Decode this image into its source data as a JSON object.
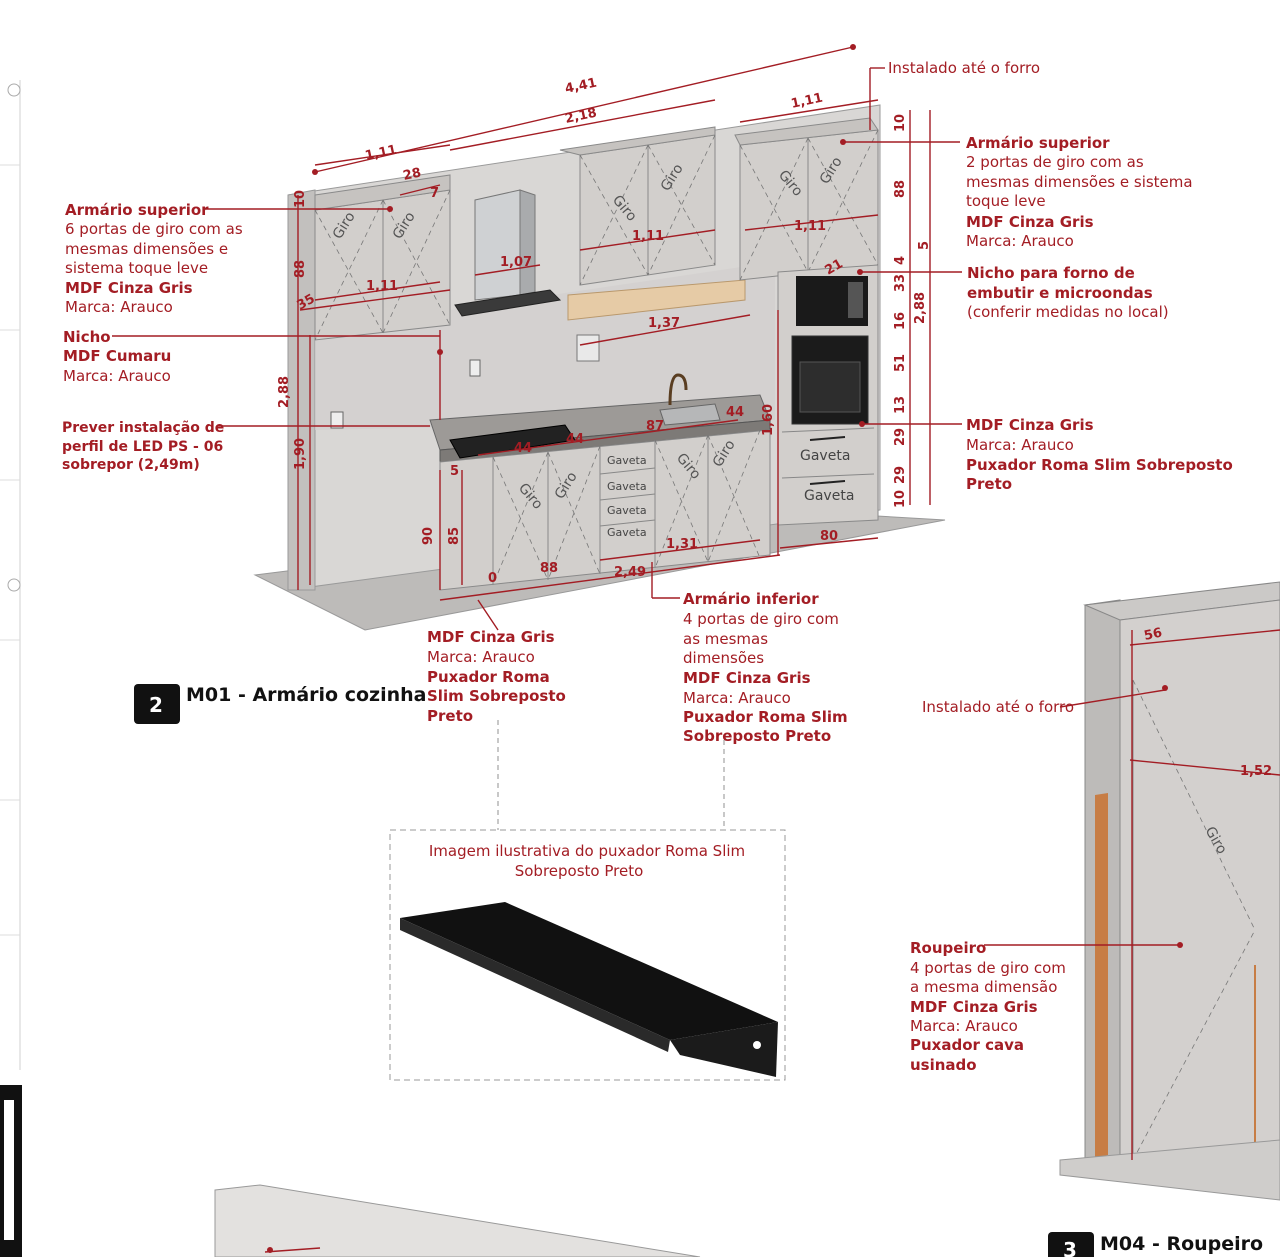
{
  "colors": {
    "annotation": "#a31d24",
    "cabinet": "#d2cfcc",
    "wall": "#c8c6c4",
    "badge": "#111111"
  },
  "kitchen": {
    "badge": "2",
    "title": "M01 - Armário cozinha",
    "labels": {
      "upper_left": {
        "title": "Armário superior",
        "line1": "6 portas de giro com as",
        "line2": "mesmas dimensões e",
        "line3": "sistema toque leve",
        "material": "MDF Cinza Gris",
        "brand": "Marca: Arauco"
      },
      "nicho": {
        "title": "Nicho",
        "material": "MDF Cumaru",
        "brand": "Marca: Arauco"
      },
      "led": {
        "line1": "Prever instalação de",
        "line2": "perfil de LED PS - 06",
        "line3": "sobrepor (2,49m)"
      },
      "installed": "Instalado até o forro",
      "upper_right": {
        "title": "Armário superior",
        "line1": "2 portas de giro com as",
        "line2": "mesmas dimensões e sistema",
        "line3": "toque leve",
        "material": "MDF Cinza Gris",
        "brand": "Marca: Arauco"
      },
      "oven_niche": {
        "line1": "Nicho para forno de",
        "line2": "embutir e microondas",
        "line3": "(conferir medidas no local)"
      },
      "tower": {
        "material": "MDF Cinza Gris",
        "brand": "Marca: Arauco",
        "handle1": "Puxador Roma Slim Sobreposto",
        "handle2": "Preto"
      },
      "bottom_left": {
        "material": "MDF Cinza Gris",
        "brand": "Marca: Arauco",
        "handle1": "Puxador Roma",
        "handle2": "Slim Sobreposto",
        "handle3": "Preto"
      },
      "lower": {
        "title": "Armário inferior",
        "line1": "4 portas de giro com",
        "line2": "as mesmas",
        "line3": "dimensões",
        "material": "MDF Cinza Gris",
        "brand": "Marca: Arauco",
        "handle1": "Puxador Roma Slim",
        "handle2": "Sobreposto Preto"
      }
    },
    "door_label": "Giro",
    "drawer_label": "Gaveta",
    "dims": {
      "total_width": "4,41",
      "upper_span": "2,18",
      "upper_right_w": "1,11",
      "upper_left_w": "1,11",
      "depth_28": "28",
      "d7": "7",
      "d10a": "10",
      "d88a": "88",
      "d35": "35",
      "h_total": "2,88",
      "h190": "1,90",
      "h90": "90",
      "h85": "85",
      "d5": "5",
      "d0": "0",
      "d88b": "88",
      "w249": "2,49",
      "w131": "1,31",
      "w80": "80",
      "d44a": "44",
      "d44b": "44",
      "d44c": "44",
      "d87": "87",
      "h160": "1,60",
      "w137": "1,37",
      "w107": "1,07",
      "w111a": "1,11",
      "w111b": "1,11",
      "w111c": "1,11",
      "d21": "21",
      "r10": "10",
      "r88": "88",
      "r4": "4",
      "r5": "5",
      "r33": "33",
      "r16": "16",
      "r288": "2,88",
      "r51": "51",
      "r13": "13",
      "r29a": "29",
      "r29b": "29",
      "r10b": "10"
    }
  },
  "handle_box": {
    "caption1": "Imagem ilustrativa do puxador Roma Slim",
    "caption2": "Sobreposto Preto"
  },
  "wardrobe": {
    "badge": "3",
    "title": "M04 - Roupeiro",
    "installed": "Instalado até o forro",
    "door_label": "Giro",
    "dims": {
      "d56": "56",
      "w152": "1,52"
    },
    "labels": {
      "title": "Roupeiro",
      "line1": "4 portas de giro com",
      "line2": "a mesma dimensão",
      "material": "MDF Cinza Gris",
      "brand": "Marca: Arauco",
      "handle1": "Puxador cava",
      "handle2": "usinado"
    }
  }
}
